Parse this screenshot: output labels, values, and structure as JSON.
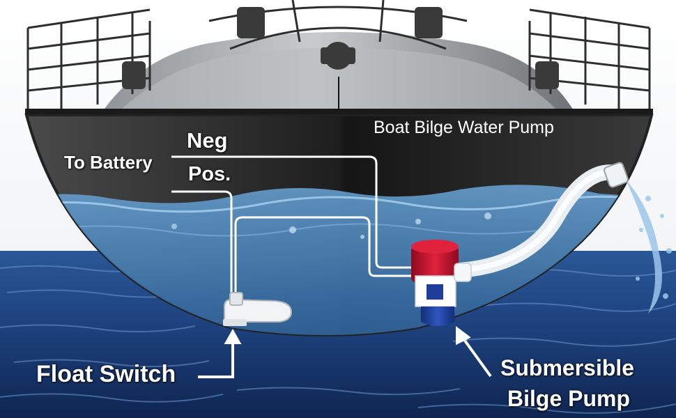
{
  "title": "Boat Bilge Water Pump",
  "labels": {
    "negative_wire": "Neg",
    "positive_wire": "Pos.",
    "to_battery": "To Battery",
    "float_switch": "Float Switch",
    "pump_line1": "Submersible",
    "pump_line2": "Bilge Pump"
  },
  "colors": {
    "hull": "#2c2c2c",
    "sea": "#1c3f7a",
    "water": "#5a8fc4",
    "pump_red": "#c8102e",
    "pump_blue": "#1f3f9a",
    "wire": "#ffffff"
  }
}
